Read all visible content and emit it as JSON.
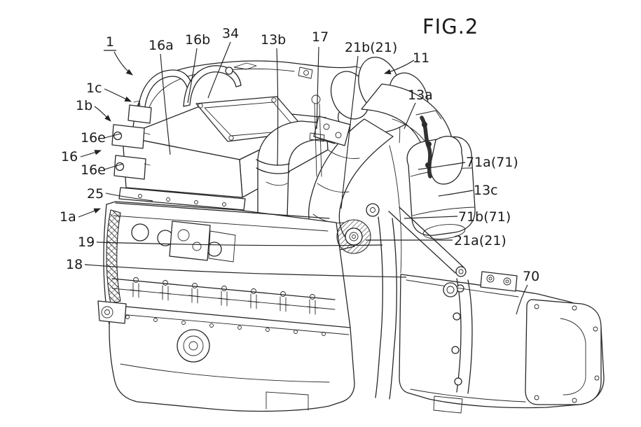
{
  "figure": {
    "title": "FIG.2",
    "type": "patent-line-drawing",
    "ink_color": "#272727",
    "background_color": "#ffffff"
  },
  "labels": [
    {
      "text": "1",
      "underline": true
    },
    {
      "text": "16a"
    },
    {
      "text": "16b"
    },
    {
      "text": "34"
    },
    {
      "text": "13b"
    },
    {
      "text": "17"
    },
    {
      "text": "21b(21)"
    },
    {
      "text": "11"
    },
    {
      "text": "13a"
    },
    {
      "text": "1c"
    },
    {
      "text": "1b"
    },
    {
      "text": "16e"
    },
    {
      "text": "16"
    },
    {
      "text": "16e"
    },
    {
      "text": "25"
    },
    {
      "text": "1a"
    },
    {
      "text": "19"
    },
    {
      "text": "18"
    },
    {
      "text": "71a(71)"
    },
    {
      "text": "13c"
    },
    {
      "text": "71b(71)"
    },
    {
      "text": "21a(21)"
    },
    {
      "text": "70"
    }
  ]
}
